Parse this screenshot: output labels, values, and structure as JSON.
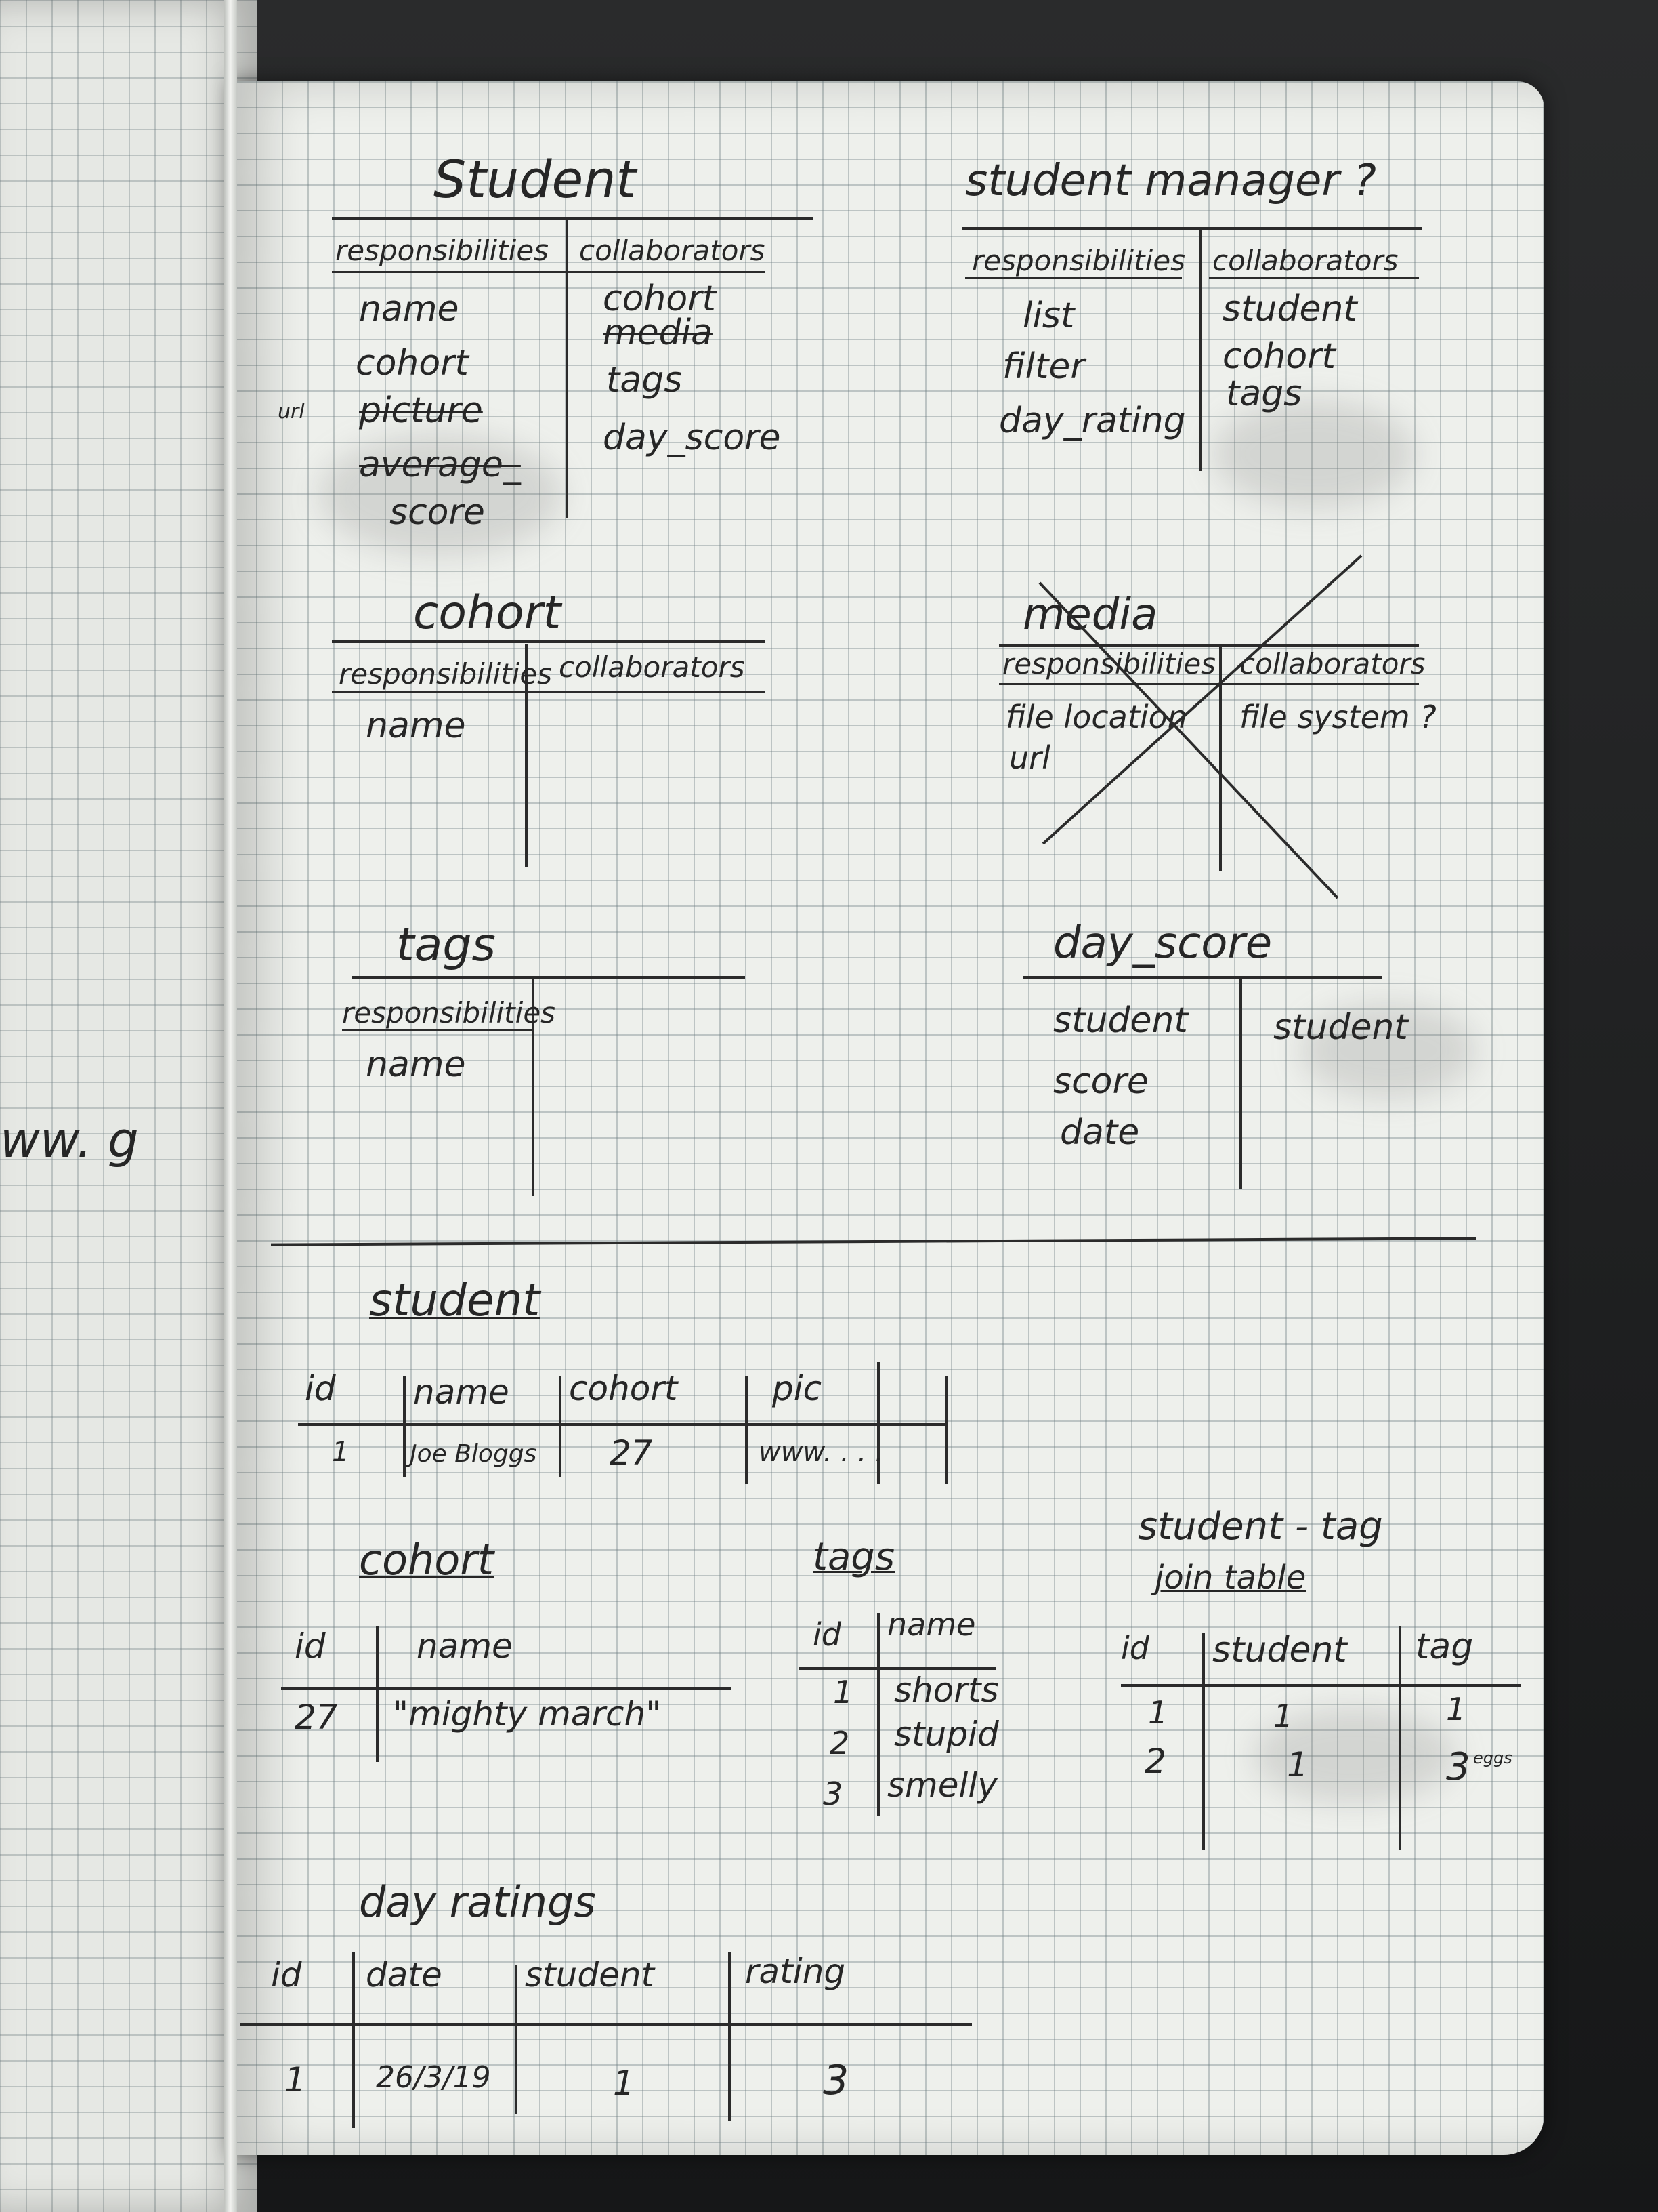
{
  "crc": {
    "student": {
      "title": "Student",
      "resp_label": "responsibilities",
      "collab_label": "collaborators",
      "responsibilities": [
        "name",
        "cohort",
        "picture",
        "average_",
        "score"
      ],
      "picture_note": "url",
      "collaborators": [
        "cohort",
        "media",
        "tags",
        "day_score"
      ]
    },
    "manager": {
      "title": "student manager ?",
      "resp_label": "responsibilities",
      "collab_label": "collaborators",
      "responsibilities": [
        "list",
        "filter",
        "day_rating"
      ],
      "collaborators": [
        "student",
        "cohort",
        "tags"
      ]
    },
    "cohort": {
      "title": "cohort",
      "resp_label": "responsibilities",
      "collab_label": "collaborators",
      "responsibilities": [
        "name"
      ]
    },
    "media": {
      "title": "media",
      "resp_label": "responsibilities",
      "collab_label": "collaborators",
      "responsibilities": [
        "file location",
        "url"
      ],
      "collaborators": [
        "file system ?"
      ]
    },
    "tags": {
      "title": "tags",
      "resp_label": "responsibilities",
      "responsibilities": [
        "name"
      ]
    },
    "day_score": {
      "title": "day_score",
      "responsibilities": [
        "student",
        "score",
        "date"
      ],
      "collaborators": [
        "student"
      ]
    }
  },
  "tables": {
    "student": {
      "title": "student",
      "headers": [
        "id",
        "name",
        "cohort",
        "pic"
      ],
      "row": [
        "1",
        "Joe Bloggs",
        "27",
        "www. . . ."
      ]
    },
    "cohort": {
      "title": "cohort",
      "headers": [
        "id",
        "name"
      ],
      "row": [
        "27",
        "\"mighty march\""
      ]
    },
    "tags": {
      "title": "tags",
      "headers": [
        "id",
        "name"
      ],
      "rows": [
        [
          "1",
          "shorts"
        ],
        [
          "2",
          "stupid"
        ],
        [
          "3",
          "smelly"
        ]
      ]
    },
    "student_tag": {
      "title": "student - tag",
      "subtitle": "join table",
      "headers": [
        "id",
        "student",
        "tag"
      ],
      "rows": [
        [
          "1",
          "1",
          "1"
        ],
        [
          "2",
          "1",
          "3"
        ]
      ],
      "tag_note": "eggs"
    },
    "day_ratings": {
      "title": "day ratings",
      "headers": [
        "id",
        "date",
        "student",
        "rating"
      ],
      "row": [
        "1",
        "26/3/19",
        "1",
        "3"
      ]
    }
  },
  "margin_scribble": "ww. g"
}
